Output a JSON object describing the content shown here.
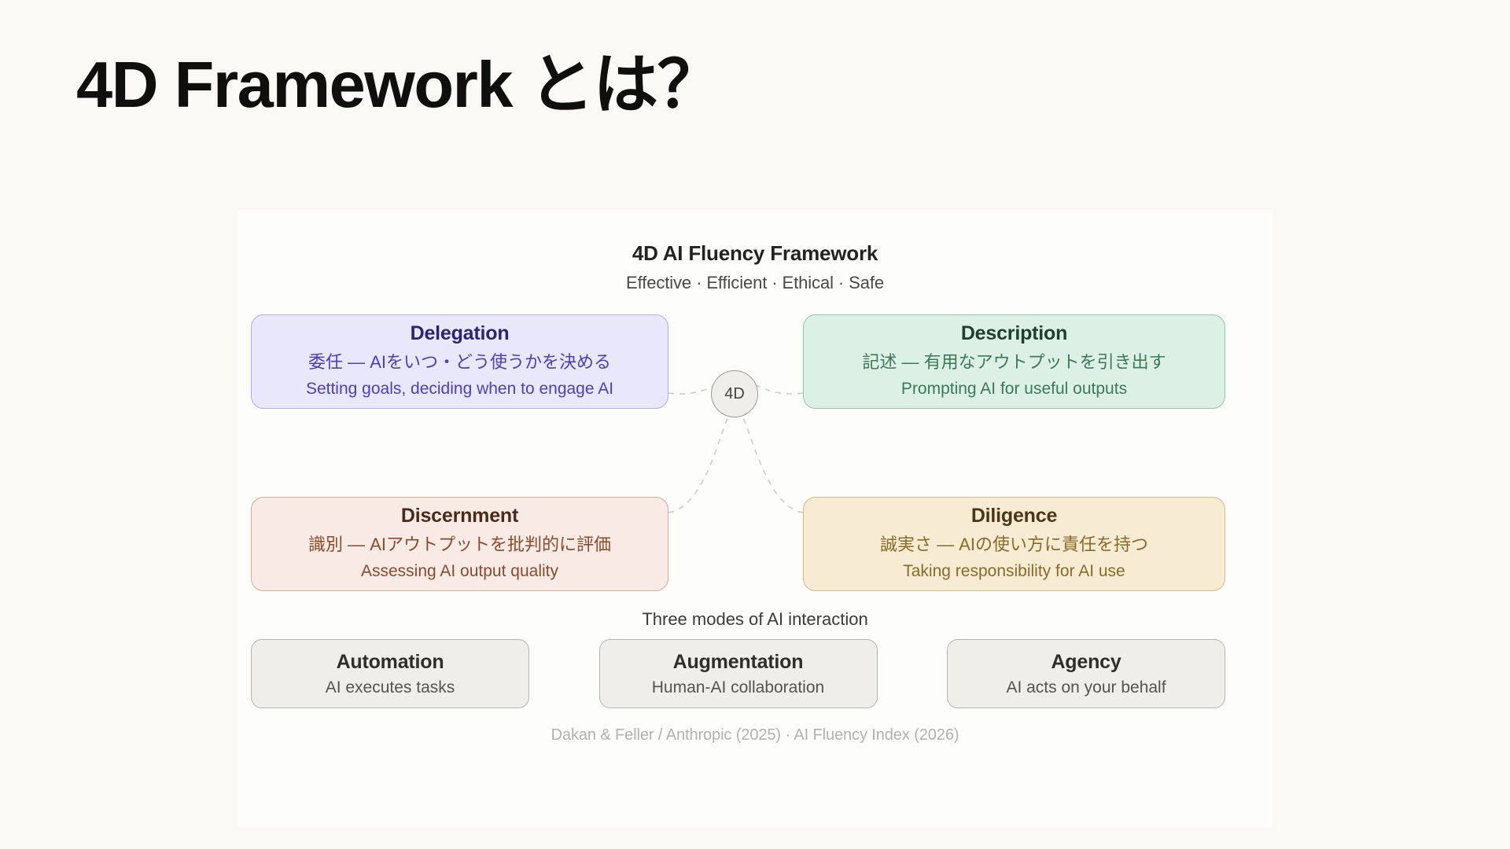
{
  "slide": {
    "title": "4D Framework とは？",
    "background_color": "#faf9f5",
    "panel_color": "#fdfdfc"
  },
  "diagram": {
    "title": "4D AI Fluency Framework",
    "subtitle": "Effective · Efficient · Ethical · Safe",
    "hub_label": "4D",
    "quadrants": [
      {
        "id": "delegation",
        "title": "Delegation",
        "japanese": "委任 — AIをいつ・どう使うかを決める",
        "english": "Setting goals, deciding when to engage AI",
        "fill": "#e9e7fb",
        "border": "#b3acea",
        "title_color": "#2c2470",
        "text_color": "#4b41b5"
      },
      {
        "id": "description",
        "title": "Description",
        "japanese": "記述 — 有用なアウトプットを引き出す",
        "english": "Prompting AI for useful outputs",
        "fill": "#ddf0e5",
        "border": "#96c6aa",
        "title_color": "#1d3f2c",
        "text_color": "#3b7a57"
      },
      {
        "id": "discernment",
        "title": "Discernment",
        "japanese": "識別 — AIアウトプットを批判的に評価",
        "english": "Assessing AI output quality",
        "fill": "#f8eae4",
        "border": "#d8ac96",
        "title_color": "#4a2a1b",
        "text_color": "#8a4a2c"
      },
      {
        "id": "diligence",
        "title": "Diligence",
        "japanese": "誠実さ — AIの使い方に責任を持つ",
        "english": "Taking responsibility for AI use",
        "fill": "#f6ebd3",
        "border": "#d6bb86",
        "title_color": "#4a361a",
        "text_color": "#8a6a27"
      }
    ],
    "modes_label": "Three modes of AI interaction",
    "modes": [
      {
        "id": "automation",
        "title": "Automation",
        "subtitle": "AI executes tasks"
      },
      {
        "id": "augmentation",
        "title": "Augmentation",
        "subtitle": "Human-AI collaboration"
      },
      {
        "id": "agency",
        "title": "Agency",
        "subtitle": "AI acts on your behalf"
      }
    ],
    "citation": "Dakan & Feller / Anthropic (2025) · AI Fluency Index (2026)"
  }
}
